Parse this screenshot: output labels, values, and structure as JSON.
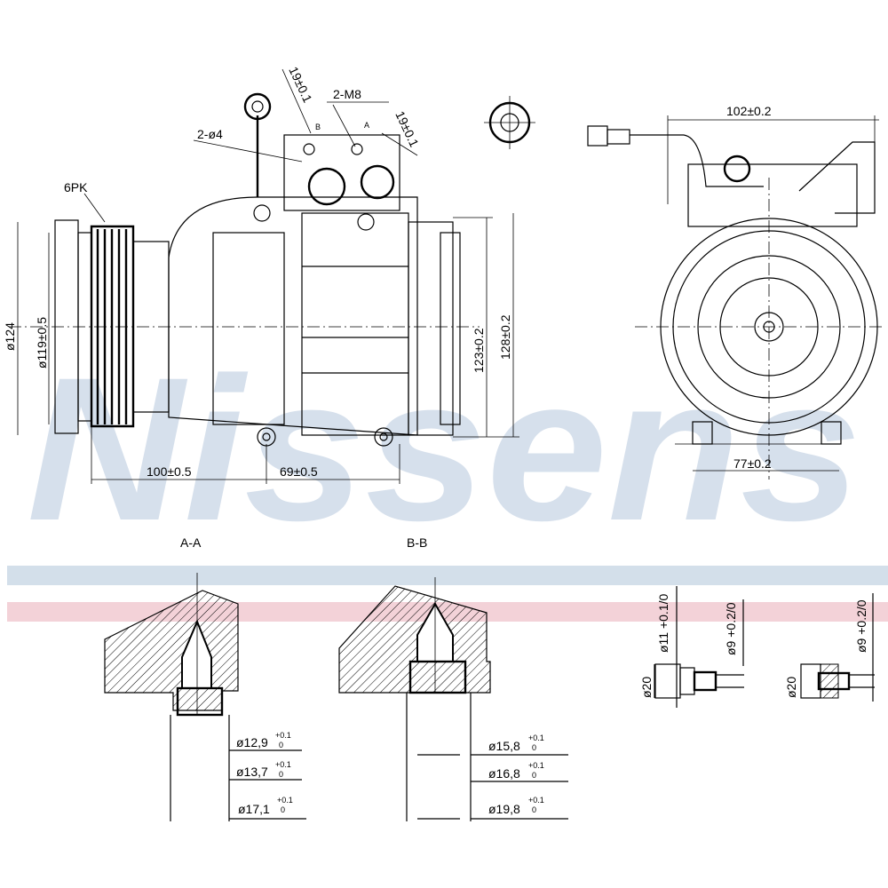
{
  "watermark": "Nissens",
  "colors": {
    "stripe_blue": "#d3dfea",
    "stripe_pink": "#f3d2d8",
    "watermark": "#c9d6e6"
  },
  "side_view": {
    "belt": "6PK",
    "dia_outer": "ø124",
    "dia_pulley": "ø119±0.5",
    "len_1": "100±0.5",
    "len_2": "69±0.5",
    "height_1": "123±0.2",
    "height_2": "128±0.2",
    "holes": "2-ø4",
    "threads": "2-M8",
    "offset_1": "19±0.1",
    "offset_2": "19±0.1",
    "mark_b": "B",
    "mark_a": "A"
  },
  "front_view": {
    "width_top": "102±0.2",
    "width_bottom": "77±0.2"
  },
  "section_a": {
    "title": "A-A",
    "dims": [
      {
        "base": "ø12,9",
        "tol_up": "+0.1",
        "tol_low": "0"
      },
      {
        "base": "ø13,7",
        "tol_up": "+0.1",
        "tol_low": "0"
      },
      {
        "base": "ø17,1",
        "tol_up": "+0.1",
        "tol_low": "0"
      }
    ]
  },
  "section_b": {
    "title": "B-B",
    "dims": [
      {
        "base": "ø15,8",
        "tol_up": "+0.1",
        "tol_low": "0"
      },
      {
        "base": "ø16,8",
        "tol_up": "+0.1",
        "tol_low": "0"
      },
      {
        "base": "ø19,8",
        "tol_up": "+0.1",
        "tol_low": "0"
      }
    ]
  },
  "fittings": {
    "left_dia_body": "ø20",
    "left_dia_1": "ø11 +0.1/0",
    "left_dia_2": "ø9 +0.2/0",
    "right_dia_body": "ø20",
    "right_dia_1": "ø9 +0.2/0"
  }
}
